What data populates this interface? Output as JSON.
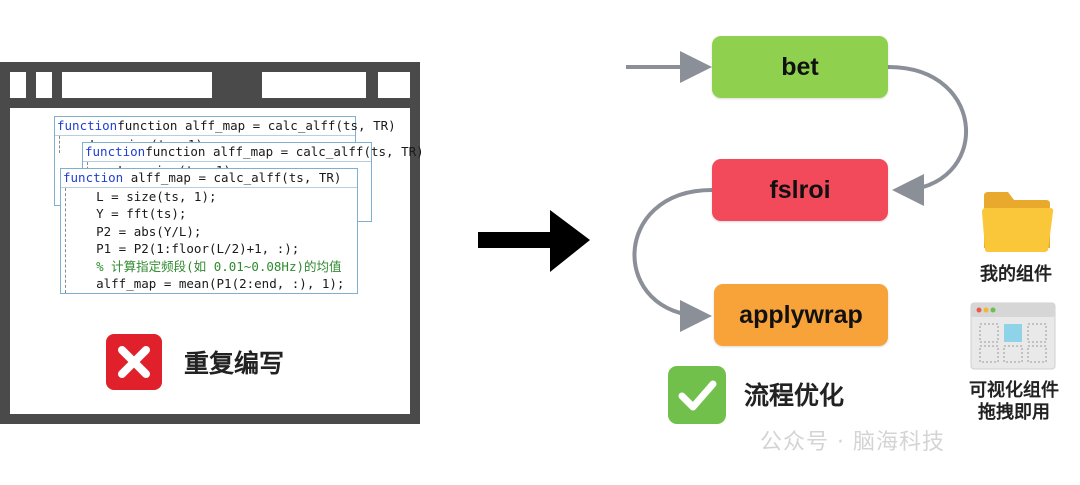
{
  "left_panel": {
    "code_back1_header": "function alff_map = calc_alff(ts, TR)",
    "code_back1_peek": "    L = size(ts, 1);",
    "code_back2_header": "function alff_map = calc_alff(ts, TR)",
    "code_back2_peek": "    L = size(ts, 1);",
    "code_front": {
      "keyword": "function",
      "header_rest": " alff_map = calc_alff(ts, TR)",
      "lines": [
        "    L = size(ts, 1);",
        "    Y = fft(ts);",
        "    P2 = abs(Y/L);",
        "    P1 = P2(1:floor(L/2)+1, :);",
        "    % 计算指定频段(如 0.01~0.08Hz)的均值",
        "    alff_map = mean(P1(2:end, :), 1);"
      ]
    },
    "status_label": "重复编写",
    "status_icon": "x-icon"
  },
  "pipeline": {
    "nodes": [
      {
        "label": "bet",
        "color": "#8fd14f"
      },
      {
        "label": "fslroi",
        "color": "#f24a5a"
      },
      {
        "label": "applywrap",
        "color": "#f8a23a"
      }
    ],
    "status_label": "流程优化",
    "status_icon": "check-icon"
  },
  "sidebar": {
    "components_label": "我的组件",
    "drag_label_line1": "可视化组件",
    "drag_label_line2": "拖拽即用"
  },
  "watermark": "公众号 · 脑海科技",
  "colors": {
    "window": "#4a4a4a",
    "error": "#e0202a",
    "success": "#72c04c",
    "connector": "#8a8f98"
  }
}
